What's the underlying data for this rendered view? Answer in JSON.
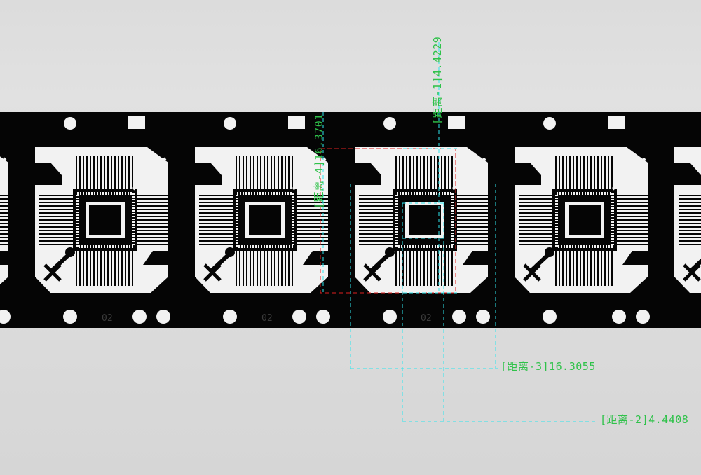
{
  "colors": {
    "background": "#dcdcdc",
    "strip": "#050505",
    "frame": "#f2f2f2",
    "guide": "#2ee6ee",
    "roi": "#e02020",
    "label": "#2fc24a"
  },
  "strip": {
    "unit_codes": [
      "02",
      "02",
      "02"
    ]
  },
  "measurements": [
    {
      "id": "distance-1",
      "label": "[距离-1]4.4229",
      "orientation": "vertical"
    },
    {
      "id": "distance-2",
      "label": "[距离-2]4.4408",
      "orientation": "horizontal"
    },
    {
      "id": "distance-3",
      "label": "[距离-3]16.3055",
      "orientation": "horizontal"
    },
    {
      "id": "distance-4",
      "label": "[距离-4]16.3701",
      "orientation": "vertical"
    }
  ]
}
